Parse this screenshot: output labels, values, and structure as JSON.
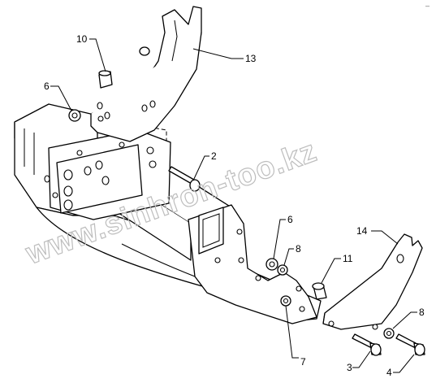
{
  "watermark": "www.sinhron-too.kz",
  "corner_mark": "–",
  "callouts": {
    "c1": "10",
    "c2": "13",
    "c3": "6",
    "c4": "2",
    "c5": "6",
    "c6": "8",
    "c7": "14",
    "c8": "11",
    "c9": "8",
    "c10": "7",
    "c11": "3",
    "c12": "4"
  }
}
